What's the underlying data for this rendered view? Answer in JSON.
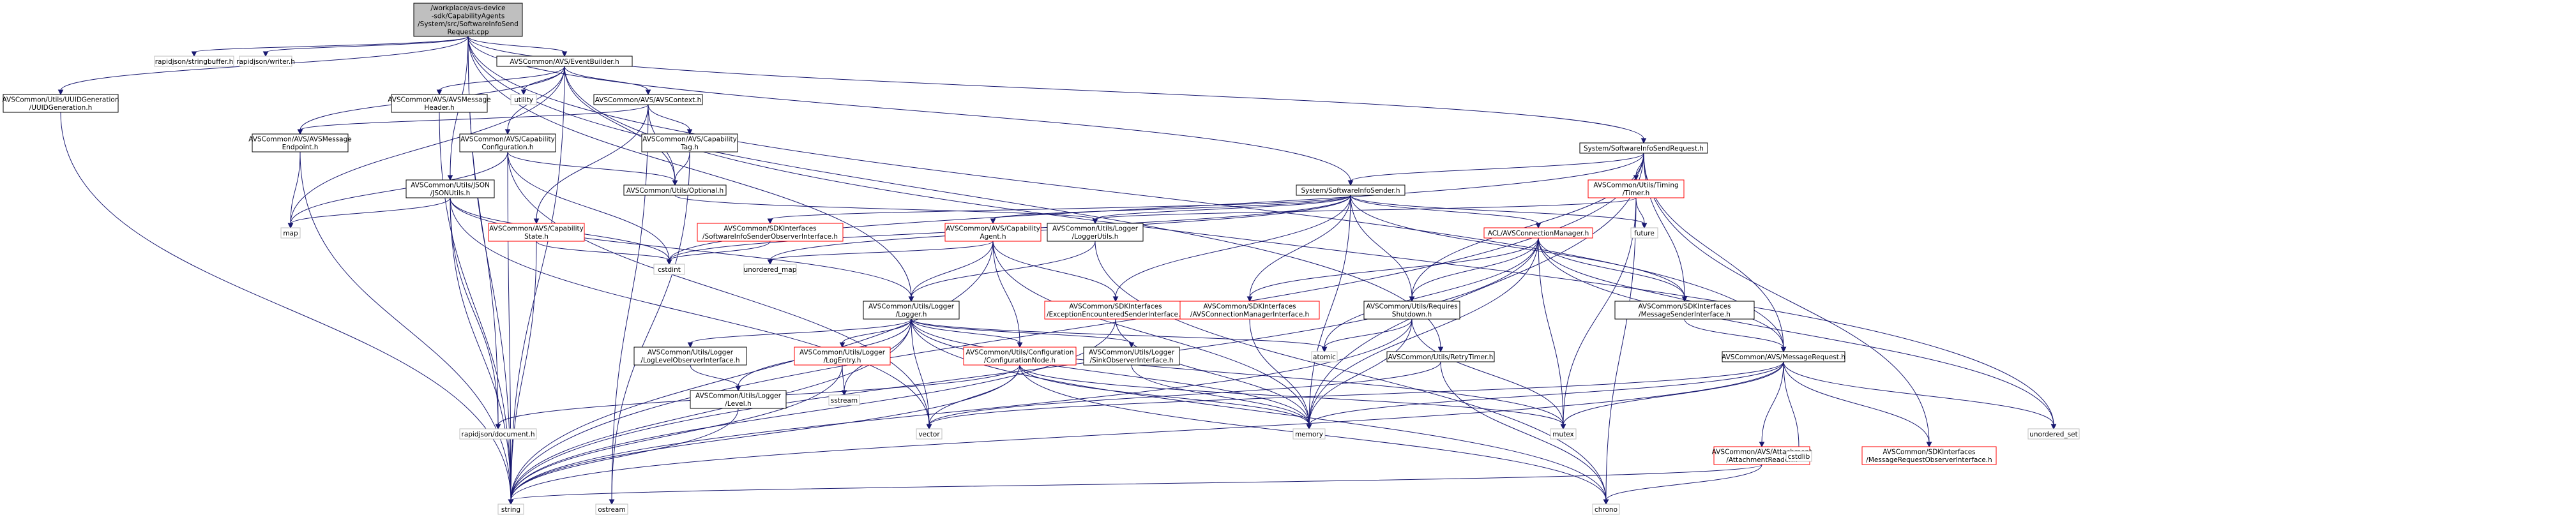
{
  "colors": {
    "edge": "#191970",
    "root_fill": "#bfbfbf",
    "default_stroke": "#000000",
    "missing_stroke": "#ff0000",
    "external_stroke": "#bfbfbf",
    "text": "#000000"
  },
  "nodes": [
    {
      "id": "root",
      "kind": "root",
      "lines": [
        "/workplace/avs-device",
        "-sdk/CapabilityAgents",
        "/System/src/SoftwareInfoSend",
        "Request.cpp"
      ]
    },
    {
      "id": "uuid",
      "kind": "default",
      "lines": [
        "AVSCommon/Utils/UUIDGeneration",
        "/UUIDGeneration.h"
      ]
    },
    {
      "id": "rj_sb",
      "kind": "external",
      "lines": [
        "rapidjson/stringbuffer.h"
      ]
    },
    {
      "id": "rj_w",
      "kind": "external",
      "lines": [
        "rapidjson/writer.h"
      ]
    },
    {
      "id": "eb",
      "kind": "default",
      "lines": [
        "AVSCommon/AVS/EventBuilder.h"
      ]
    },
    {
      "id": "utility",
      "kind": "external",
      "lines": [
        "utility"
      ]
    },
    {
      "id": "avsmh",
      "kind": "default",
      "lines": [
        "AVSCommon/AVS/AVSMessage",
        "Header.h"
      ]
    },
    {
      "id": "ctx",
      "kind": "default",
      "lines": [
        "AVSCommon/AVS/AVSContext.h"
      ]
    },
    {
      "id": "ep",
      "kind": "default",
      "lines": [
        "AVSCommon/AVS/AVSMessage",
        "Endpoint.h"
      ]
    },
    {
      "id": "capcfg",
      "kind": "default",
      "lines": [
        "AVSCommon/AVS/Capability",
        "Configuration.h"
      ]
    },
    {
      "id": "captag",
      "kind": "default",
      "lines": [
        "AVSCommon/AVS/Capability",
        "Tag.h"
      ]
    },
    {
      "id": "json",
      "kind": "default",
      "lines": [
        "AVSCommon/Utils/JSON",
        "/JSONUtils.h"
      ]
    },
    {
      "id": "optional",
      "kind": "default",
      "lines": [
        "AVSCommon/Utils/Optional.h"
      ]
    },
    {
      "id": "map",
      "kind": "external",
      "lines": [
        "map"
      ]
    },
    {
      "id": "capstate",
      "kind": "missing",
      "lines": [
        "AVSCommon/AVS/Capability",
        "State.h"
      ]
    },
    {
      "id": "cstdint",
      "kind": "external",
      "lines": [
        "cstdint"
      ]
    },
    {
      "id": "sisoi",
      "kind": "missing",
      "lines": [
        "AVSCommon/SDKInterfaces",
        "/SoftwareInfoSenderObserverInterface.h"
      ]
    },
    {
      "id": "sis",
      "kind": "default",
      "lines": [
        "System/SoftwareInfoSender.h"
      ]
    },
    {
      "id": "sisr",
      "kind": "default",
      "lines": [
        "System/SoftwareInfoSendRequest.h"
      ]
    },
    {
      "id": "timer",
      "kind": "missing",
      "lines": [
        "AVSCommon/Utils/Timing",
        "/Timer.h"
      ]
    },
    {
      "id": "future",
      "kind": "external",
      "lines": [
        "future"
      ]
    },
    {
      "id": "capagent",
      "kind": "missing",
      "lines": [
        "AVSCommon/AVS/Capability",
        "Agent.h"
      ]
    },
    {
      "id": "unordered_map",
      "kind": "external",
      "lines": [
        "unordered_map"
      ]
    },
    {
      "id": "loggerutils",
      "kind": "default",
      "lines": [
        "AVSCommon/Utils/Logger",
        "/LoggerUtils.h"
      ]
    },
    {
      "id": "acm",
      "kind": "missing",
      "lines": [
        "ACL/AVSConnectionManager.h"
      ]
    },
    {
      "id": "logger",
      "kind": "default",
      "lines": [
        "AVSCommon/Utils/Logger",
        "/Logger.h"
      ]
    },
    {
      "id": "eesi",
      "kind": "missing",
      "lines": [
        "AVSCommon/SDKInterfaces",
        "/ExceptionEncounteredSenderInterface.h"
      ]
    },
    {
      "id": "acmi",
      "kind": "missing",
      "lines": [
        "AVSCommon/SDKInterfaces",
        "/AVSConnectionManagerInterface.h"
      ]
    },
    {
      "id": "reqsh",
      "kind": "default",
      "lines": [
        "AVSCommon/Utils/Requires",
        "Shutdown.h"
      ]
    },
    {
      "id": "msi",
      "kind": "default",
      "lines": [
        "AVSCommon/SDKInterfaces",
        "/MessageSenderInterface.h"
      ]
    },
    {
      "id": "lloi",
      "kind": "default",
      "lines": [
        "AVSCommon/Utils/Logger",
        "/LogLevelObserverInterface.h"
      ]
    },
    {
      "id": "logentry",
      "kind": "missing",
      "lines": [
        "AVSCommon/Utils/Logger",
        "/LogEntry.h"
      ]
    },
    {
      "id": "confnode",
      "kind": "missing",
      "lines": [
        "AVSCommon/Utils/Configuration",
        "/ConfigurationNode.h"
      ]
    },
    {
      "id": "sinkoi",
      "kind": "default",
      "lines": [
        "AVSCommon/Utils/Logger",
        "/SinkObserverInterface.h"
      ]
    },
    {
      "id": "atomic",
      "kind": "external",
      "lines": [
        "atomic"
      ]
    },
    {
      "id": "retry",
      "kind": "default",
      "lines": [
        "AVSCommon/Utils/RetryTimer.h"
      ]
    },
    {
      "id": "msgreq",
      "kind": "default",
      "lines": [
        "AVSCommon/AVS/MessageRequest.h"
      ]
    },
    {
      "id": "level",
      "kind": "default",
      "lines": [
        "AVSCommon/Utils/Logger",
        "/Level.h"
      ]
    },
    {
      "id": "sstream",
      "kind": "external",
      "lines": [
        "sstream"
      ]
    },
    {
      "id": "rj_doc",
      "kind": "external",
      "lines": [
        "rapidjson/document.h"
      ]
    },
    {
      "id": "vector",
      "kind": "external",
      "lines": [
        "vector"
      ]
    },
    {
      "id": "memory",
      "kind": "external",
      "lines": [
        "memory"
      ]
    },
    {
      "id": "mutex",
      "kind": "external",
      "lines": [
        "mutex"
      ]
    },
    {
      "id": "attach",
      "kind": "missing",
      "lines": [
        "AVSCommon/AVS/Attachment",
        "/AttachmentReader.h"
      ]
    },
    {
      "id": "cstdlib",
      "kind": "external",
      "lines": [
        "cstdlib"
      ]
    },
    {
      "id": "mrobi",
      "kind": "missing",
      "lines": [
        "AVSCommon/SDKInterfaces",
        "/MessageRequestObserverInterface.h"
      ]
    },
    {
      "id": "unordered_set",
      "kind": "external",
      "lines": [
        "unordered_set"
      ]
    },
    {
      "id": "string",
      "kind": "external",
      "lines": [
        "string"
      ]
    },
    {
      "id": "ostream",
      "kind": "external",
      "lines": [
        "ostream"
      ]
    },
    {
      "id": "chrono",
      "kind": "external",
      "lines": [
        "chrono"
      ]
    }
  ],
  "edges": [
    [
      "root",
      "uuid"
    ],
    [
      "root",
      "rj_sb"
    ],
    [
      "root",
      "rj_w"
    ],
    [
      "root",
      "eb"
    ],
    [
      "root",
      "json"
    ],
    [
      "root",
      "logger"
    ],
    [
      "root",
      "sis"
    ],
    [
      "root",
      "sisr"
    ],
    [
      "root",
      "retry"
    ],
    [
      "root",
      "msgreq"
    ],
    [
      "root",
      "rj_doc"
    ],
    [
      "root",
      "string"
    ],
    [
      "uuid",
      "string"
    ],
    [
      "eb",
      "utility"
    ],
    [
      "eb",
      "avsmh"
    ],
    [
      "eb",
      "ctx"
    ],
    [
      "eb",
      "capcfg"
    ],
    [
      "eb",
      "optional"
    ],
    [
      "eb",
      "map"
    ],
    [
      "eb",
      "string"
    ],
    [
      "eb",
      "unordered_set"
    ],
    [
      "eb",
      "ep"
    ],
    [
      "avsmh",
      "string"
    ],
    [
      "ctx",
      "captag"
    ],
    [
      "ctx",
      "optional"
    ],
    [
      "ctx",
      "capstate"
    ],
    [
      "ctx",
      "ep"
    ],
    [
      "ctx",
      "ostream"
    ],
    [
      "ep",
      "map"
    ],
    [
      "ep",
      "string"
    ],
    [
      "capcfg",
      "optional"
    ],
    [
      "capcfg",
      "map"
    ],
    [
      "capcfg",
      "string"
    ],
    [
      "capcfg",
      "vector"
    ],
    [
      "capcfg",
      "cstdint"
    ],
    [
      "captag",
      "optional"
    ],
    [
      "captag",
      "ostream"
    ],
    [
      "json",
      "map"
    ],
    [
      "json",
      "cstdint"
    ],
    [
      "json",
      "rj_doc"
    ],
    [
      "json",
      "string"
    ],
    [
      "json",
      "vector"
    ],
    [
      "json",
      "logger"
    ],
    [
      "optional",
      "loggerutils"
    ],
    [
      "capstate",
      "cstdint"
    ],
    [
      "capstate",
      "string"
    ],
    [
      "sisoi",
      "cstdint"
    ],
    [
      "sis",
      "sisoi"
    ],
    [
      "sis",
      "capagent"
    ],
    [
      "sis",
      "acm"
    ],
    [
      "sis",
      "eesi"
    ],
    [
      "sis",
      "acmi"
    ],
    [
      "sis",
      "reqsh"
    ],
    [
      "sis",
      "msi"
    ],
    [
      "sis",
      "future"
    ],
    [
      "sis",
      "cstdint"
    ],
    [
      "sis",
      "memory"
    ],
    [
      "sis",
      "unordered_map"
    ],
    [
      "sis",
      "loggerutils"
    ],
    [
      "sisr",
      "sis"
    ],
    [
      "sisr",
      "timer"
    ],
    [
      "sisr",
      "reqsh"
    ],
    [
      "sisr",
      "msi"
    ],
    [
      "sisr",
      "msgreq"
    ],
    [
      "sisr",
      "mrobi"
    ],
    [
      "sisr",
      "string"
    ],
    [
      "sisr",
      "cstdint"
    ],
    [
      "sisr",
      "memory"
    ],
    [
      "timer",
      "loggerutils"
    ],
    [
      "timer",
      "future"
    ],
    [
      "timer",
      "mutex"
    ],
    [
      "timer",
      "chrono"
    ],
    [
      "capagent",
      "logger"
    ],
    [
      "capagent",
      "eesi"
    ],
    [
      "capagent",
      "confnode"
    ],
    [
      "capagent",
      "unordered_map"
    ],
    [
      "capagent",
      "memory"
    ],
    [
      "capagent",
      "string"
    ],
    [
      "loggerutils",
      "logger"
    ],
    [
      "loggerutils",
      "chrono"
    ],
    [
      "acm",
      "reqsh"
    ],
    [
      "acm",
      "msi"
    ],
    [
      "acm",
      "acmi"
    ],
    [
      "acm",
      "memory"
    ],
    [
      "acm",
      "mutex"
    ],
    [
      "acm",
      "unordered_set"
    ],
    [
      "acm",
      "atomic"
    ],
    [
      "acm",
      "string"
    ],
    [
      "acm",
      "msgreq"
    ],
    [
      "logger",
      "lloi"
    ],
    [
      "logger",
      "logentry"
    ],
    [
      "logger",
      "confnode"
    ],
    [
      "logger",
      "sinkoi"
    ],
    [
      "logger",
      "level"
    ],
    [
      "logger",
      "atomic"
    ],
    [
      "logger",
      "sstream"
    ],
    [
      "logger",
      "vector"
    ],
    [
      "logger",
      "memory"
    ],
    [
      "logger",
      "mutex"
    ],
    [
      "logger",
      "chrono"
    ],
    [
      "logger",
      "string"
    ],
    [
      "eesi",
      "memory"
    ],
    [
      "eesi",
      "string"
    ],
    [
      "acmi",
      "memory"
    ],
    [
      "reqsh",
      "atomic"
    ],
    [
      "reqsh",
      "memory"
    ],
    [
      "reqsh",
      "mutex"
    ],
    [
      "reqsh",
      "string"
    ],
    [
      "msi",
      "msgreq"
    ],
    [
      "lloi",
      "level"
    ],
    [
      "logentry",
      "sstream"
    ],
    [
      "logentry",
      "string"
    ],
    [
      "confnode",
      "rj_doc"
    ],
    [
      "confnode",
      "vector"
    ],
    [
      "confnode",
      "memory"
    ],
    [
      "confnode",
      "chrono"
    ],
    [
      "confnode",
      "mutex"
    ],
    [
      "confnode",
      "string"
    ],
    [
      "sinkoi",
      "memory"
    ],
    [
      "retry",
      "vector"
    ],
    [
      "retry",
      "chrono"
    ],
    [
      "msgreq",
      "attach"
    ],
    [
      "msgreq",
      "mrobi"
    ],
    [
      "msgreq",
      "cstdlib"
    ],
    [
      "msgreq",
      "memory"
    ],
    [
      "msgreq",
      "mutex"
    ],
    [
      "msgreq",
      "unordered_set"
    ],
    [
      "msgreq",
      "vector"
    ],
    [
      "msgreq",
      "string"
    ],
    [
      "level",
      "string"
    ],
    [
      "attach",
      "chrono"
    ],
    [
      "attach",
      "string"
    ]
  ]
}
